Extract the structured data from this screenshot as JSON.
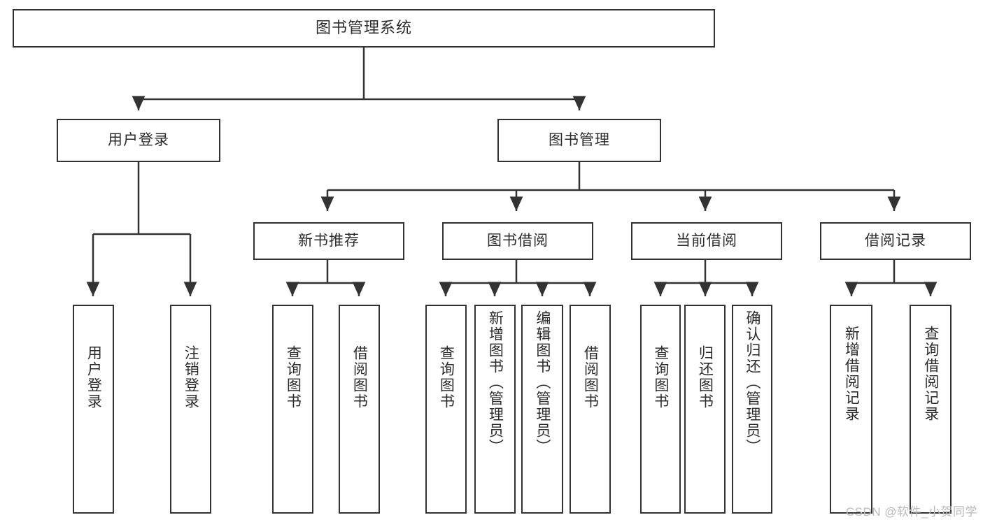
{
  "chart_data": {
    "type": "diagram",
    "diagram_kind": "tree-hierarchy",
    "title": "图书管理系统",
    "orientation": "top-down",
    "edge_style": "orthogonal-elbow-with-arrowhead",
    "colors": {
      "stroke": "#333333",
      "box_fill": "#ffffff",
      "text": "#2b2b2b",
      "background": "#ffffff",
      "watermark": "#b9b9b9"
    }
  },
  "root": {
    "id": "root",
    "label": "图书管理系统",
    "orientation": "horizontal"
  },
  "level2": [
    {
      "id": "user-login",
      "label": "用户登录",
      "orientation": "horizontal"
    },
    {
      "id": "book-manage",
      "label": "图书管理",
      "orientation": "horizontal"
    }
  ],
  "level3": [
    {
      "id": "new-book-recommend",
      "label": "新书推荐",
      "orientation": "horizontal",
      "parent": "book-manage"
    },
    {
      "id": "book-borrow",
      "label": "图书借阅",
      "orientation": "horizontal",
      "parent": "book-manage"
    },
    {
      "id": "current-borrow",
      "label": "当前借阅",
      "orientation": "horizontal",
      "parent": "book-manage"
    },
    {
      "id": "borrow-record",
      "label": "借阅记录",
      "orientation": "horizontal",
      "parent": "book-manage"
    }
  ],
  "leaves": [
    {
      "id": "leaf-user-login",
      "label": "用户登录",
      "parent": "user-login"
    },
    {
      "id": "leaf-logout-login",
      "label": "注销登录",
      "parent": "user-login"
    },
    {
      "id": "leaf-query-book-1",
      "label": "查询图书",
      "parent": "new-book-recommend"
    },
    {
      "id": "leaf-borrow-book-1",
      "label": "借阅图书",
      "parent": "new-book-recommend"
    },
    {
      "id": "leaf-query-book-2",
      "label": "查询图书",
      "parent": "book-borrow"
    },
    {
      "id": "leaf-add-book-admin",
      "label": "新增图书（管理员）",
      "parent": "book-borrow"
    },
    {
      "id": "leaf-edit-book-admin",
      "label": "编辑图书（管理员）",
      "parent": "book-borrow"
    },
    {
      "id": "leaf-borrow-book-2",
      "label": "借阅图书",
      "parent": "book-borrow"
    },
    {
      "id": "leaf-query-book-3",
      "label": "查询图书",
      "parent": "current-borrow"
    },
    {
      "id": "leaf-return-book",
      "label": "归还图书",
      "parent": "current-borrow"
    },
    {
      "id": "leaf-confirm-return",
      "label": "确认归还（管理员）",
      "parent": "current-borrow"
    },
    {
      "id": "leaf-add-record",
      "label": "新增借阅记录",
      "parent": "borrow-record"
    },
    {
      "id": "leaf-query-record",
      "label": "查询借阅记录",
      "parent": "borrow-record"
    }
  ],
  "watermark": {
    "text": "CSDN @软件_小贺同学"
  }
}
